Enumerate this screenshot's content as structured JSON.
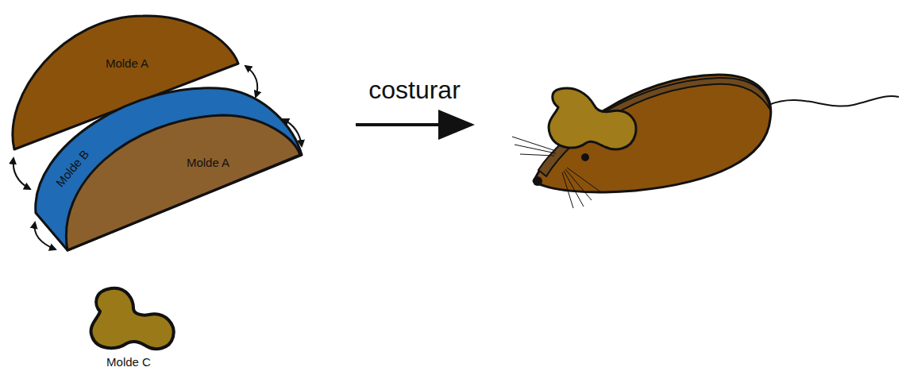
{
  "diagram": {
    "nodes": [
      {
        "text": [
          "Molde A"
        ]
      },
      {
        "text": [
          "Molde B"
        ]
      },
      {
        "text": [
          "Molde A"
        ]
      },
      {
        "text": [
          "Molde C"
        ]
      }
    ],
    "labels": [
      "costurar"
    ]
  }
}
